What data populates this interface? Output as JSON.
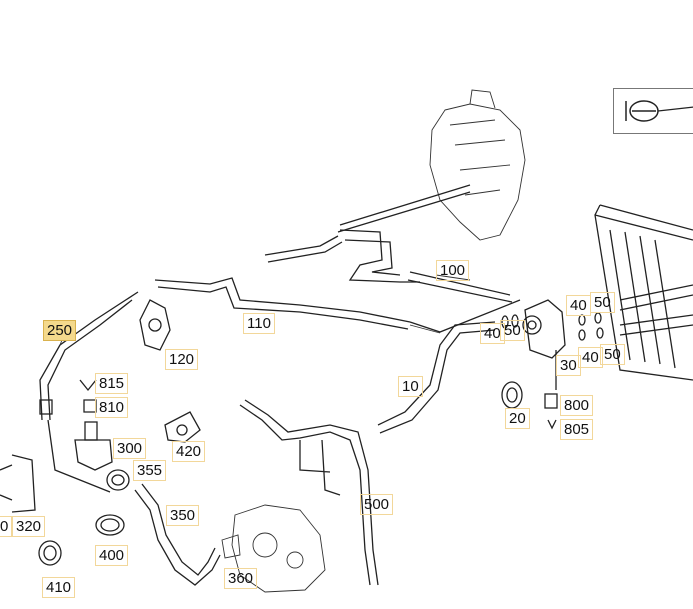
{
  "diagram": {
    "callouts": [
      {
        "id": "c250",
        "label": "250",
        "active": true
      },
      {
        "id": "c120",
        "label": "120"
      },
      {
        "id": "c815",
        "label": "815"
      },
      {
        "id": "c810",
        "label": "810"
      },
      {
        "id": "c300",
        "label": "300"
      },
      {
        "id": "c355",
        "label": "355"
      },
      {
        "id": "c420",
        "label": "420"
      },
      {
        "id": "c350",
        "label": "350"
      },
      {
        "id": "c320",
        "label": "320"
      },
      {
        "id": "c0",
        "label": "0"
      },
      {
        "id": "c400",
        "label": "400"
      },
      {
        "id": "c410",
        "label": "410"
      },
      {
        "id": "c360",
        "label": "360"
      },
      {
        "id": "c500",
        "label": "500"
      },
      {
        "id": "c110",
        "label": "110"
      },
      {
        "id": "c100",
        "label": "100"
      },
      {
        "id": "c10",
        "label": "10"
      },
      {
        "id": "c40a",
        "label": "40"
      },
      {
        "id": "c50a",
        "label": "50"
      },
      {
        "id": "c40b",
        "label": "40"
      },
      {
        "id": "c50b",
        "label": "50"
      },
      {
        "id": "c30",
        "label": "30"
      },
      {
        "id": "c40c",
        "label": "40"
      },
      {
        "id": "c50c",
        "label": "50"
      },
      {
        "id": "c20",
        "label": "20"
      },
      {
        "id": "c800",
        "label": "800"
      },
      {
        "id": "c805",
        "label": "805"
      }
    ],
    "colors": {
      "highlight": "#f4d98c",
      "callout_border": "#f2d79a",
      "line": "#222222"
    },
    "view_icon": "steering-view-icon"
  }
}
